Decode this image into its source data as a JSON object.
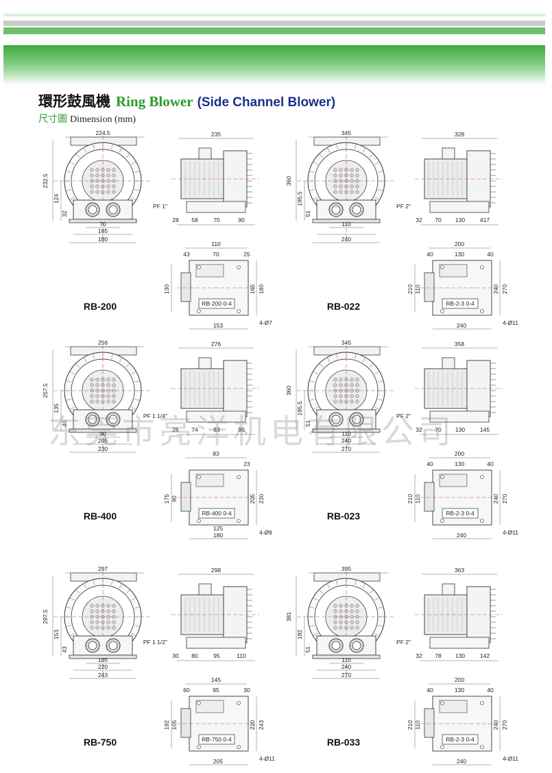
{
  "header": {
    "title_cn": "環形鼓風機",
    "title_en": "Ring Blower",
    "title_en_paren": "(Side Channel Blower)",
    "subtitle_cn": "尺寸圖",
    "subtitle_en": "Dimension (mm)"
  },
  "watermark": "东莞市亮洋机电有限公司",
  "models": [
    {
      "name": "RB-200",
      "front": {
        "width": "224.5",
        "height_total": "232.5",
        "height_center": "124",
        "base_height": "32",
        "base_inner": "70",
        "base_mid": "165",
        "base_outer": "180"
      },
      "side": {
        "width": "235",
        "pipe": "PF 1\"",
        "d1": "28",
        "d2": "58",
        "d3": "70",
        "d4": "90"
      },
      "base": {
        "top": "110",
        "t1": "43",
        "t2": "70",
        "t3": "25",
        "left": "130",
        "r1": "165",
        "r2": "180",
        "bottom": "153",
        "holes": "4-Ø7",
        "plate": "RB-200 0-4"
      }
    },
    {
      "name": "RB-022",
      "front": {
        "width": "345",
        "height_total": "360",
        "height_center": "195.5",
        "base_height": "51",
        "base_inner": "110",
        "base_outer": "240"
      },
      "side": {
        "width": "328",
        "pipe": "PF 2\"",
        "d1": "32",
        "d2": "70",
        "d3": "130",
        "d4": "417"
      },
      "base": {
        "top": "200",
        "t1": "40",
        "t2": "130",
        "t3": "40",
        "left": "210",
        "l2": "110",
        "r1": "240",
        "r2": "270",
        "bottom": "240",
        "holes": "4-Ø11",
        "plate": "RB-2-3 0-4"
      }
    },
    {
      "name": "RB-400",
      "front": {
        "width": "256",
        "height_total": "257.5",
        "height_center": "135",
        "base_height": "40",
        "base_inner": "90",
        "base_mid": "205",
        "base_outer": "230"
      },
      "side": {
        "width": "276",
        "pipe": "PF 1 1/4\"",
        "d1": "26",
        "d2": "74",
        "d3": "83",
        "d4": "90"
      },
      "base": {
        "top": "83",
        "t3": "23",
        "left": "175",
        "l2": "90",
        "r1": "205",
        "r2": "230",
        "mid": "125",
        "bottom": "180",
        "holes": "4-Ø9",
        "plate": "RB-400 0-4"
      }
    },
    {
      "name": "RB-023",
      "front": {
        "width": "345",
        "height_total": "360",
        "height_center": "195.5",
        "base_height": "51",
        "base_inner": "110",
        "base_mid": "240",
        "base_outer": "270"
      },
      "side": {
        "width": "358",
        "pipe": "PF 2\"",
        "d1": "32",
        "d2": "70",
        "d3": "130",
        "d4": "145"
      },
      "base": {
        "top": "200",
        "t1": "40",
        "t2": "130",
        "t3": "40",
        "left": "210",
        "l2": "110",
        "r1": "240",
        "r2": "270",
        "bottom": "240",
        "holes": "4-Ø11",
        "plate": "RB-2-3 0-4"
      }
    },
    {
      "name": "RB-750",
      "front": {
        "width": "297",
        "height_total": "297.5",
        "height_center": "153",
        "base_height": "43",
        "base_inner": "105",
        "base_mid": "220",
        "base_outer": "243"
      },
      "side": {
        "width": "298",
        "pipe": "PF 1 1/2\"",
        "d1": "30",
        "d2": "80",
        "d3": "95",
        "d4": "110"
      },
      "base": {
        "top": "145",
        "t1": "60",
        "t2": "95",
        "t3": "30",
        "left": "192",
        "l2": "105",
        "r1": "220",
        "r2": "243",
        "bottom": "205",
        "holes": "4-Ø11",
        "plate": "RB-750 0-4"
      }
    },
    {
      "name": "RB-033",
      "front": {
        "width": "395",
        "height_total": "381",
        "height_center": "192",
        "base_height": "51",
        "base_inner": "110",
        "base_mid": "240",
        "base_outer": "270"
      },
      "side": {
        "width": "363",
        "pipe": "PF 2\"",
        "d1": "32",
        "d2": "78",
        "d3": "130",
        "d4": "142"
      },
      "base": {
        "top": "200",
        "t1": "40",
        "t2": "130",
        "t3": "40",
        "left": "210",
        "l2": "110",
        "r1": "240",
        "r2": "270",
        "bottom": "240",
        "holes": "4-Ø11",
        "plate": "RB-2-3 0-4"
      }
    }
  ]
}
